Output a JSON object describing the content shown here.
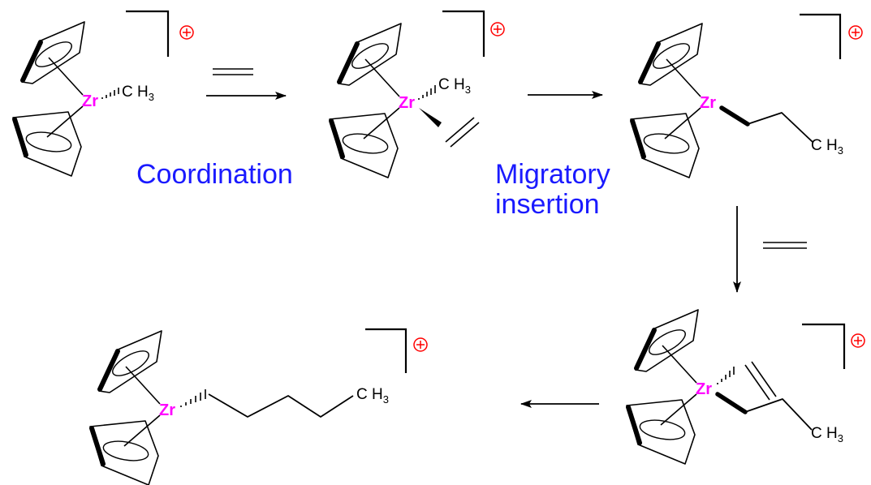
{
  "labels": {
    "step1": "Coordination",
    "step2_line1": "Migratory",
    "step2_line2": "insertion"
  },
  "atoms": {
    "zr": "Zr",
    "c": "C",
    "h": "H",
    "h_count": "3"
  },
  "charge": "+",
  "colors": {
    "zr": "#ff00ff",
    "label": "#1a1aff",
    "charge": "#ff0000",
    "ink": "#000000"
  }
}
